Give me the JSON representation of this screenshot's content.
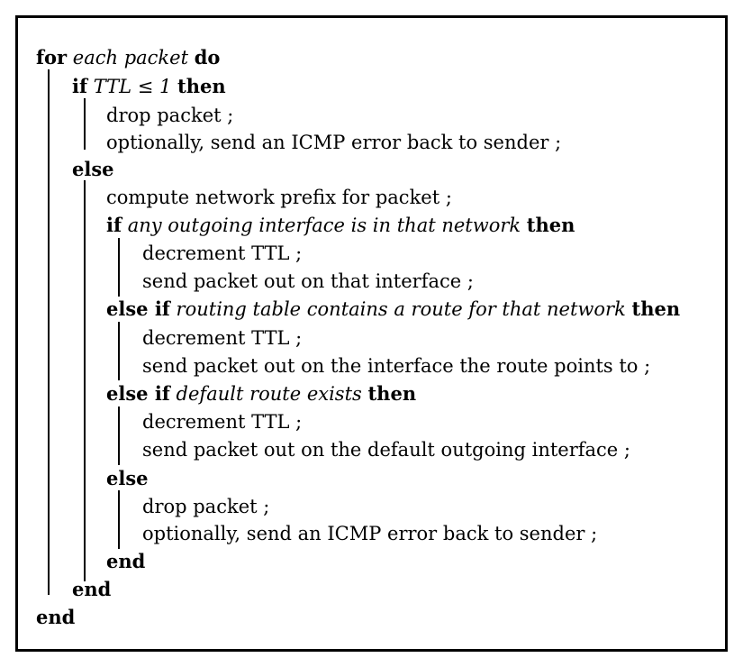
{
  "algorithm": {
    "lines": [
      {
        "parts": [
          {
            "t": "for",
            "s": "kw"
          },
          {
            "t": " "
          },
          {
            "t": "each packet",
            "s": "it"
          },
          {
            "t": " "
          },
          {
            "t": "do",
            "s": "kw"
          }
        ]
      },
      {
        "parts": [
          {
            "t": "if",
            "s": "kw"
          },
          {
            "t": " "
          },
          {
            "t": "TTL ≤ 1",
            "s": "it"
          },
          {
            "t": " "
          },
          {
            "t": "then",
            "s": "kw"
          }
        ]
      },
      {
        "parts": [
          {
            "t": "drop packet ;"
          }
        ]
      },
      {
        "parts": [
          {
            "t": "optionally, send an ICMP error back to sender ;"
          }
        ]
      },
      {
        "parts": [
          {
            "t": "else",
            "s": "kw"
          }
        ]
      },
      {
        "parts": [
          {
            "t": "compute network prefix for packet ;"
          }
        ]
      },
      {
        "parts": [
          {
            "t": "if",
            "s": "kw"
          },
          {
            "t": " "
          },
          {
            "t": "any outgoing interface is in that network",
            "s": "it"
          },
          {
            "t": " "
          },
          {
            "t": "then",
            "s": "kw"
          }
        ]
      },
      {
        "parts": [
          {
            "t": "decrement TTL ;"
          }
        ]
      },
      {
        "parts": [
          {
            "t": "send packet out on that interface ;"
          }
        ]
      },
      {
        "parts": [
          {
            "t": "else if",
            "s": "kw"
          },
          {
            "t": " "
          },
          {
            "t": "routing table contains a route for that network",
            "s": "it"
          },
          {
            "t": " "
          },
          {
            "t": "then",
            "s": "kw"
          }
        ]
      },
      {
        "parts": [
          {
            "t": "decrement TTL ;"
          }
        ]
      },
      {
        "parts": [
          {
            "t": "send packet out on the interface the route points to ;"
          }
        ]
      },
      {
        "parts": [
          {
            "t": "else if",
            "s": "kw"
          },
          {
            "t": " "
          },
          {
            "t": "default route exists",
            "s": "it"
          },
          {
            "t": " "
          },
          {
            "t": "then",
            "s": "kw"
          }
        ]
      },
      {
        "parts": [
          {
            "t": "decrement TTL ;"
          }
        ]
      },
      {
        "parts": [
          {
            "t": "send packet out on the default outgoing interface ;"
          }
        ]
      },
      {
        "parts": [
          {
            "t": "else",
            "s": "kw"
          }
        ]
      },
      {
        "parts": [
          {
            "t": "drop packet ;"
          }
        ]
      },
      {
        "parts": [
          {
            "t": "optionally, send an ICMP error back to sender ;"
          }
        ]
      },
      {
        "parts": [
          {
            "t": "end",
            "s": "kw"
          }
        ]
      },
      {
        "parts": [
          {
            "t": "end",
            "s": "kw"
          }
        ]
      },
      {
        "parts": [
          {
            "t": "end",
            "s": "kw"
          }
        ]
      }
    ]
  }
}
